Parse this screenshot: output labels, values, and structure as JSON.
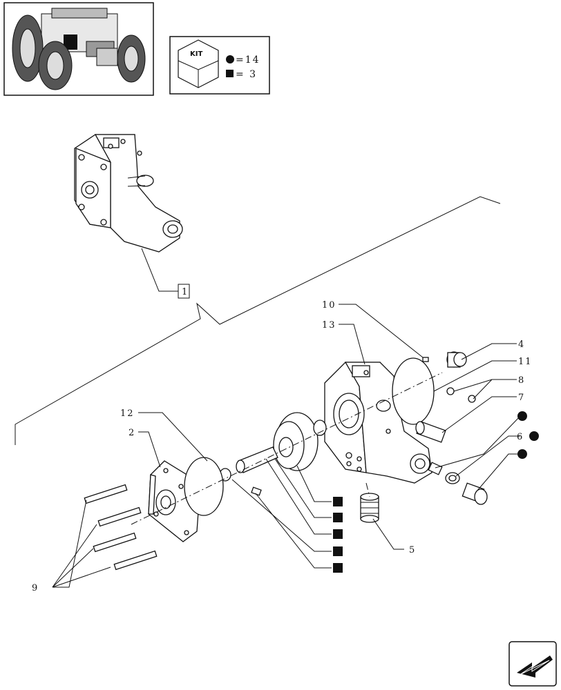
{
  "kit": {
    "label": "KIT",
    "circle_count": "=14",
    "square_count": "= 3"
  },
  "reference_label": "1",
  "callouts": {
    "c2": "2",
    "c4": "4",
    "c5": "5",
    "c6": "6",
    "c7": "7",
    "c8": "8",
    "c9": "9",
    "c10": "10",
    "c11": "11",
    "c12": "12",
    "c13": "13"
  },
  "colors": {
    "line": "#111111",
    "background": "#ffffff"
  }
}
